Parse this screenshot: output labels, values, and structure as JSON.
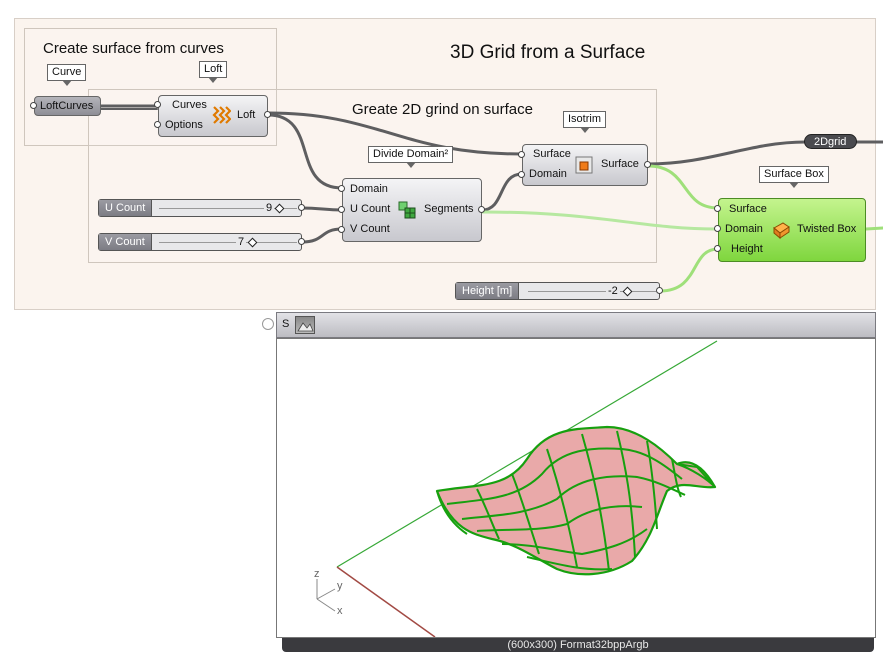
{
  "canvas": {
    "main_title": "3D Grid from a Surface",
    "group_surface_title": "Create surface from curves",
    "group_grid_title": "Greate 2D grind on surface"
  },
  "tags": {
    "curve": "Curve",
    "loft": "Loft",
    "divide_domain": "Divide Domain²",
    "isotrim": "Isotrim",
    "surface_box": "Surface Box"
  },
  "nodes": {
    "loftcurves": {
      "label": "LoftCurves"
    },
    "loft": {
      "inputs": [
        "Curves",
        "Options"
      ],
      "output": "Loft"
    },
    "divide": {
      "inputs": [
        "Domain",
        "U Count",
        "V Count"
      ],
      "output": "Segments"
    },
    "isotrim": {
      "inputs": [
        "Surface",
        "Domain"
      ],
      "output": "Surface"
    },
    "surfbox": {
      "inputs": [
        "Surface",
        "Domain",
        "Height"
      ],
      "output": "Twisted Box"
    },
    "relay": {
      "label": "2Dgrid"
    }
  },
  "sliders": {
    "u": {
      "label": "U Count",
      "value": "9"
    },
    "v": {
      "label": "V Count",
      "value": "7"
    },
    "h": {
      "label": "Height [m]",
      "value": "-2"
    }
  },
  "viewer": {
    "header_label": "S",
    "footer_text": "(600x300) Format32bppArgb",
    "axis_labels": {
      "z": "z",
      "y": "y",
      "x": "x"
    }
  },
  "colors": {
    "wire": "#5e5e60",
    "green_wire": "#8ed86a",
    "mesh_green": "#17a00f",
    "mesh_fill": "#e9a9a9"
  }
}
